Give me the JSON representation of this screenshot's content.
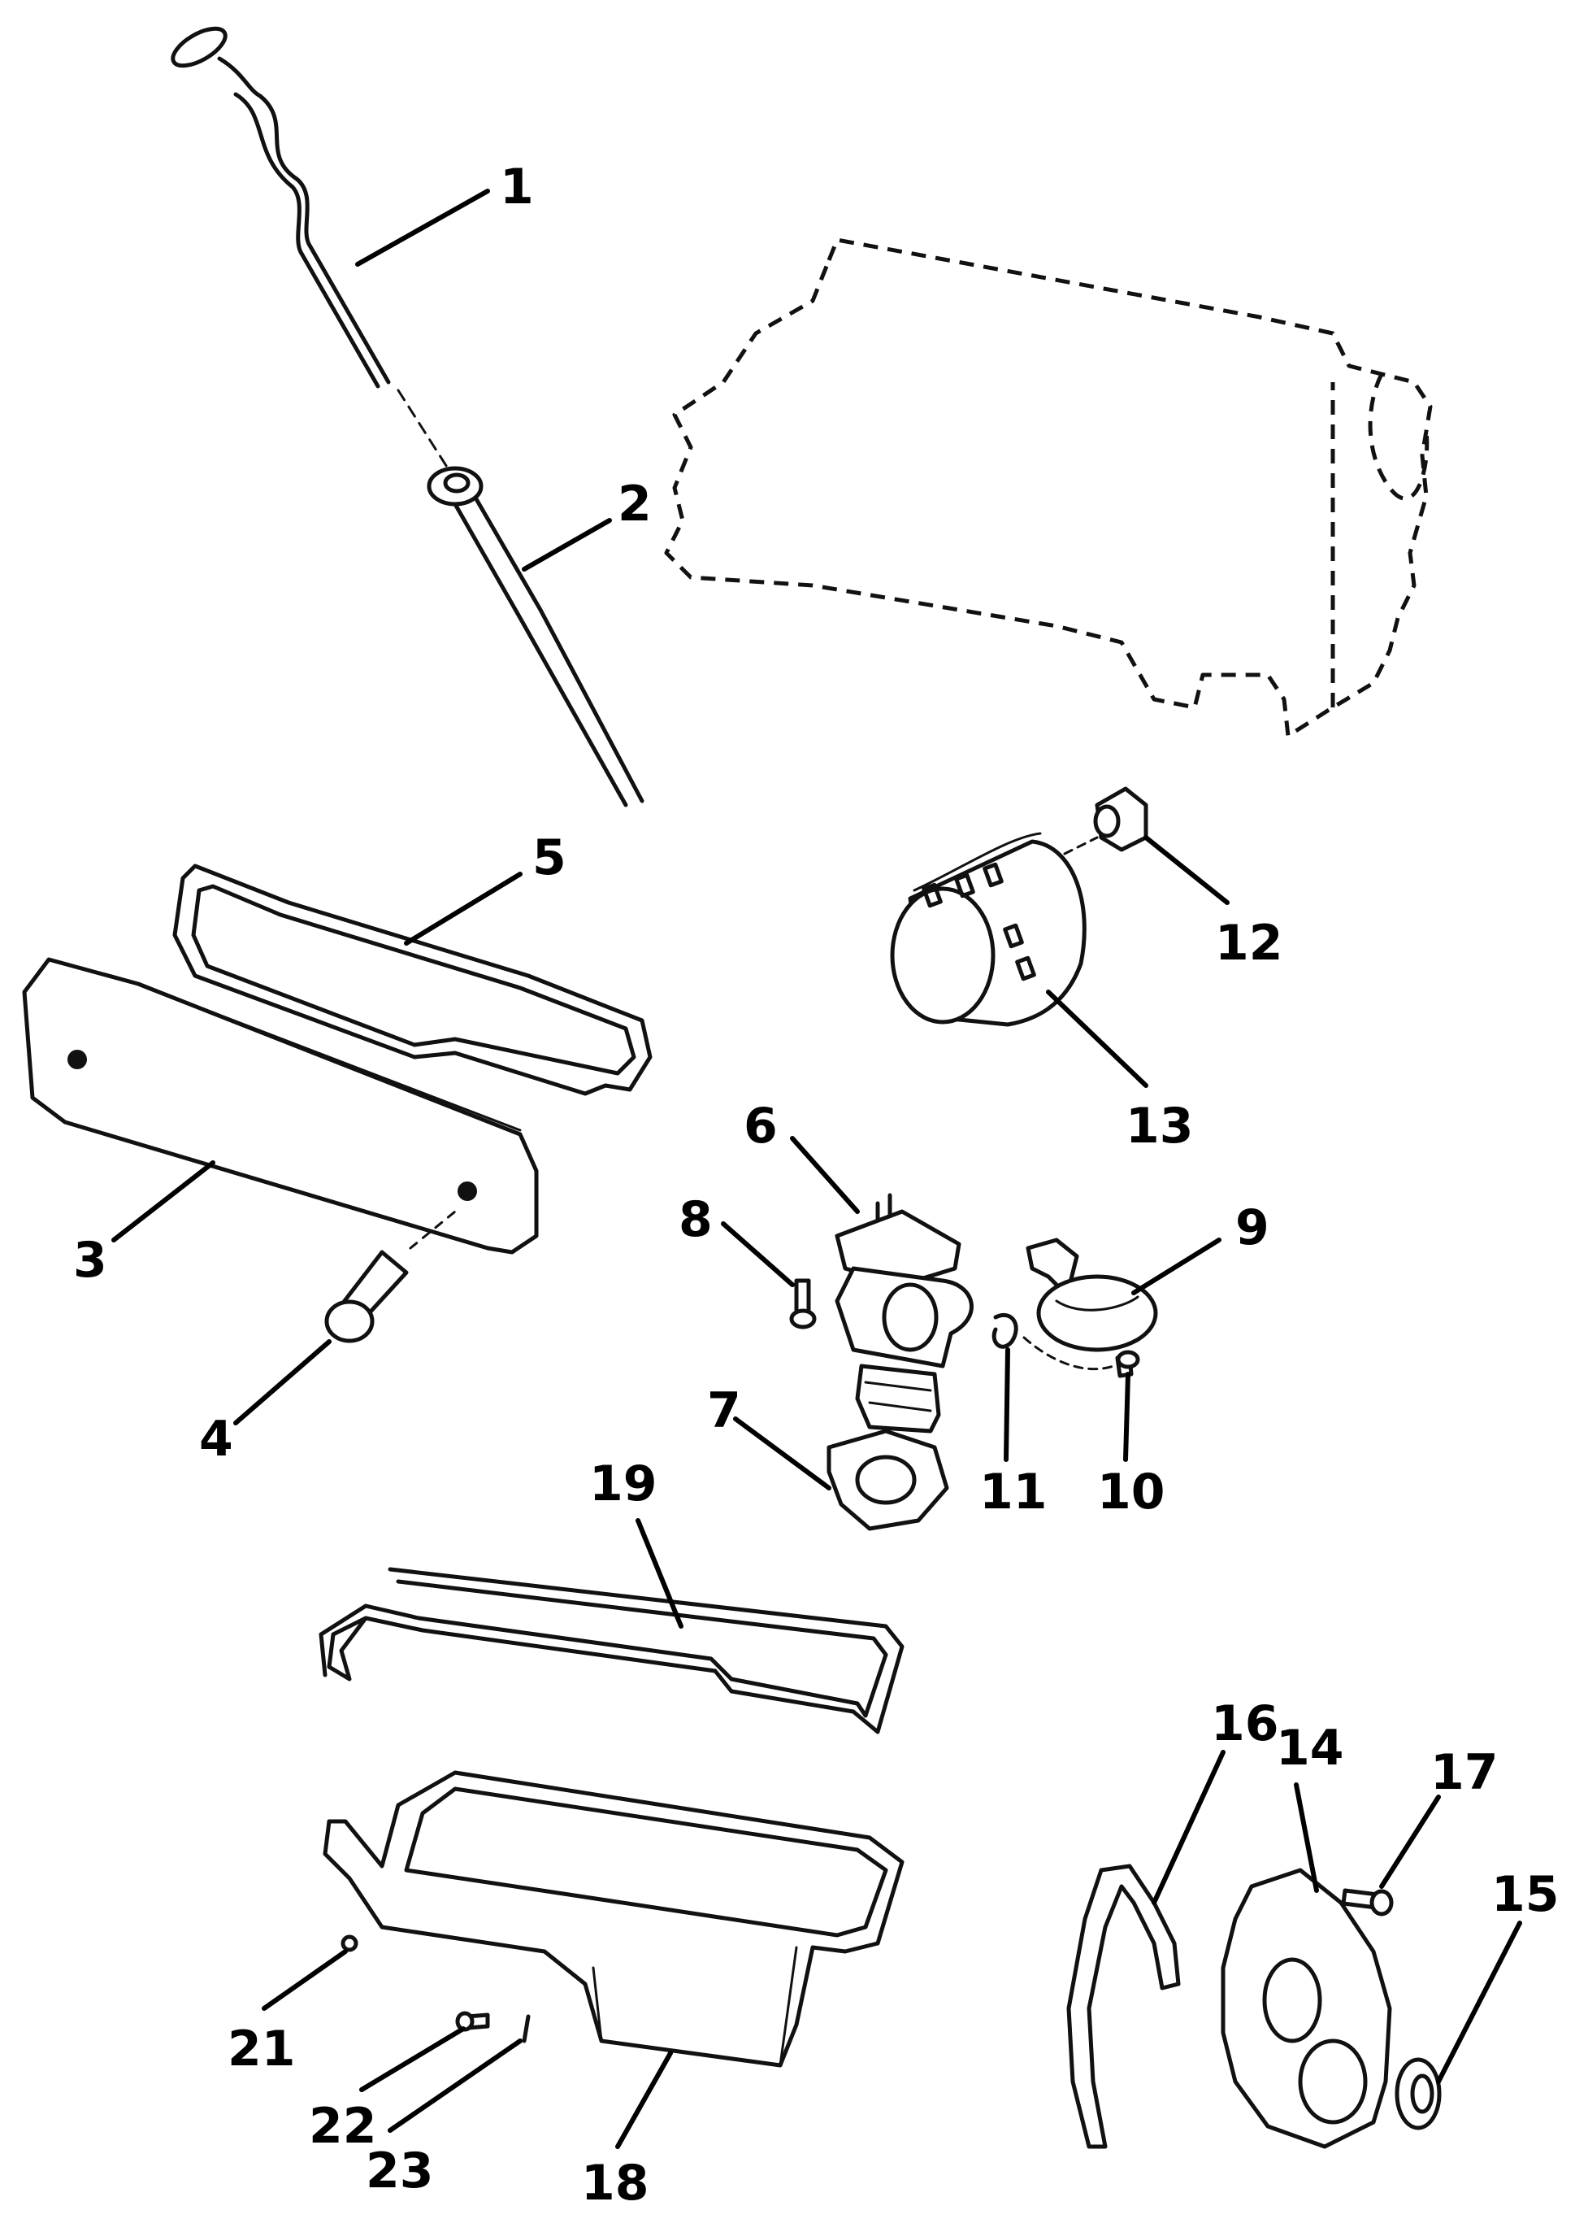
{
  "callouts": [
    {
      "id": "1",
      "label": "1"
    },
    {
      "id": "2",
      "label": "2"
    },
    {
      "id": "3",
      "label": "3"
    },
    {
      "id": "4",
      "label": "4"
    },
    {
      "id": "5",
      "label": "5"
    },
    {
      "id": "6",
      "label": "6"
    },
    {
      "id": "7",
      "label": "7"
    },
    {
      "id": "8",
      "label": "8"
    },
    {
      "id": "9",
      "label": "9"
    },
    {
      "id": "10",
      "label": "10"
    },
    {
      "id": "11",
      "label": "11"
    },
    {
      "id": "12",
      "label": "12"
    },
    {
      "id": "13",
      "label": "13"
    },
    {
      "id": "14",
      "label": "14"
    },
    {
      "id": "15",
      "label": "15"
    },
    {
      "id": "16",
      "label": "16"
    },
    {
      "id": "17",
      "label": "17"
    },
    {
      "id": "18",
      "label": "18"
    },
    {
      "id": "19",
      "label": "19"
    },
    {
      "id": "21",
      "label": "21"
    },
    {
      "id": "22",
      "label": "22"
    },
    {
      "id": "23",
      "label": "23"
    }
  ]
}
